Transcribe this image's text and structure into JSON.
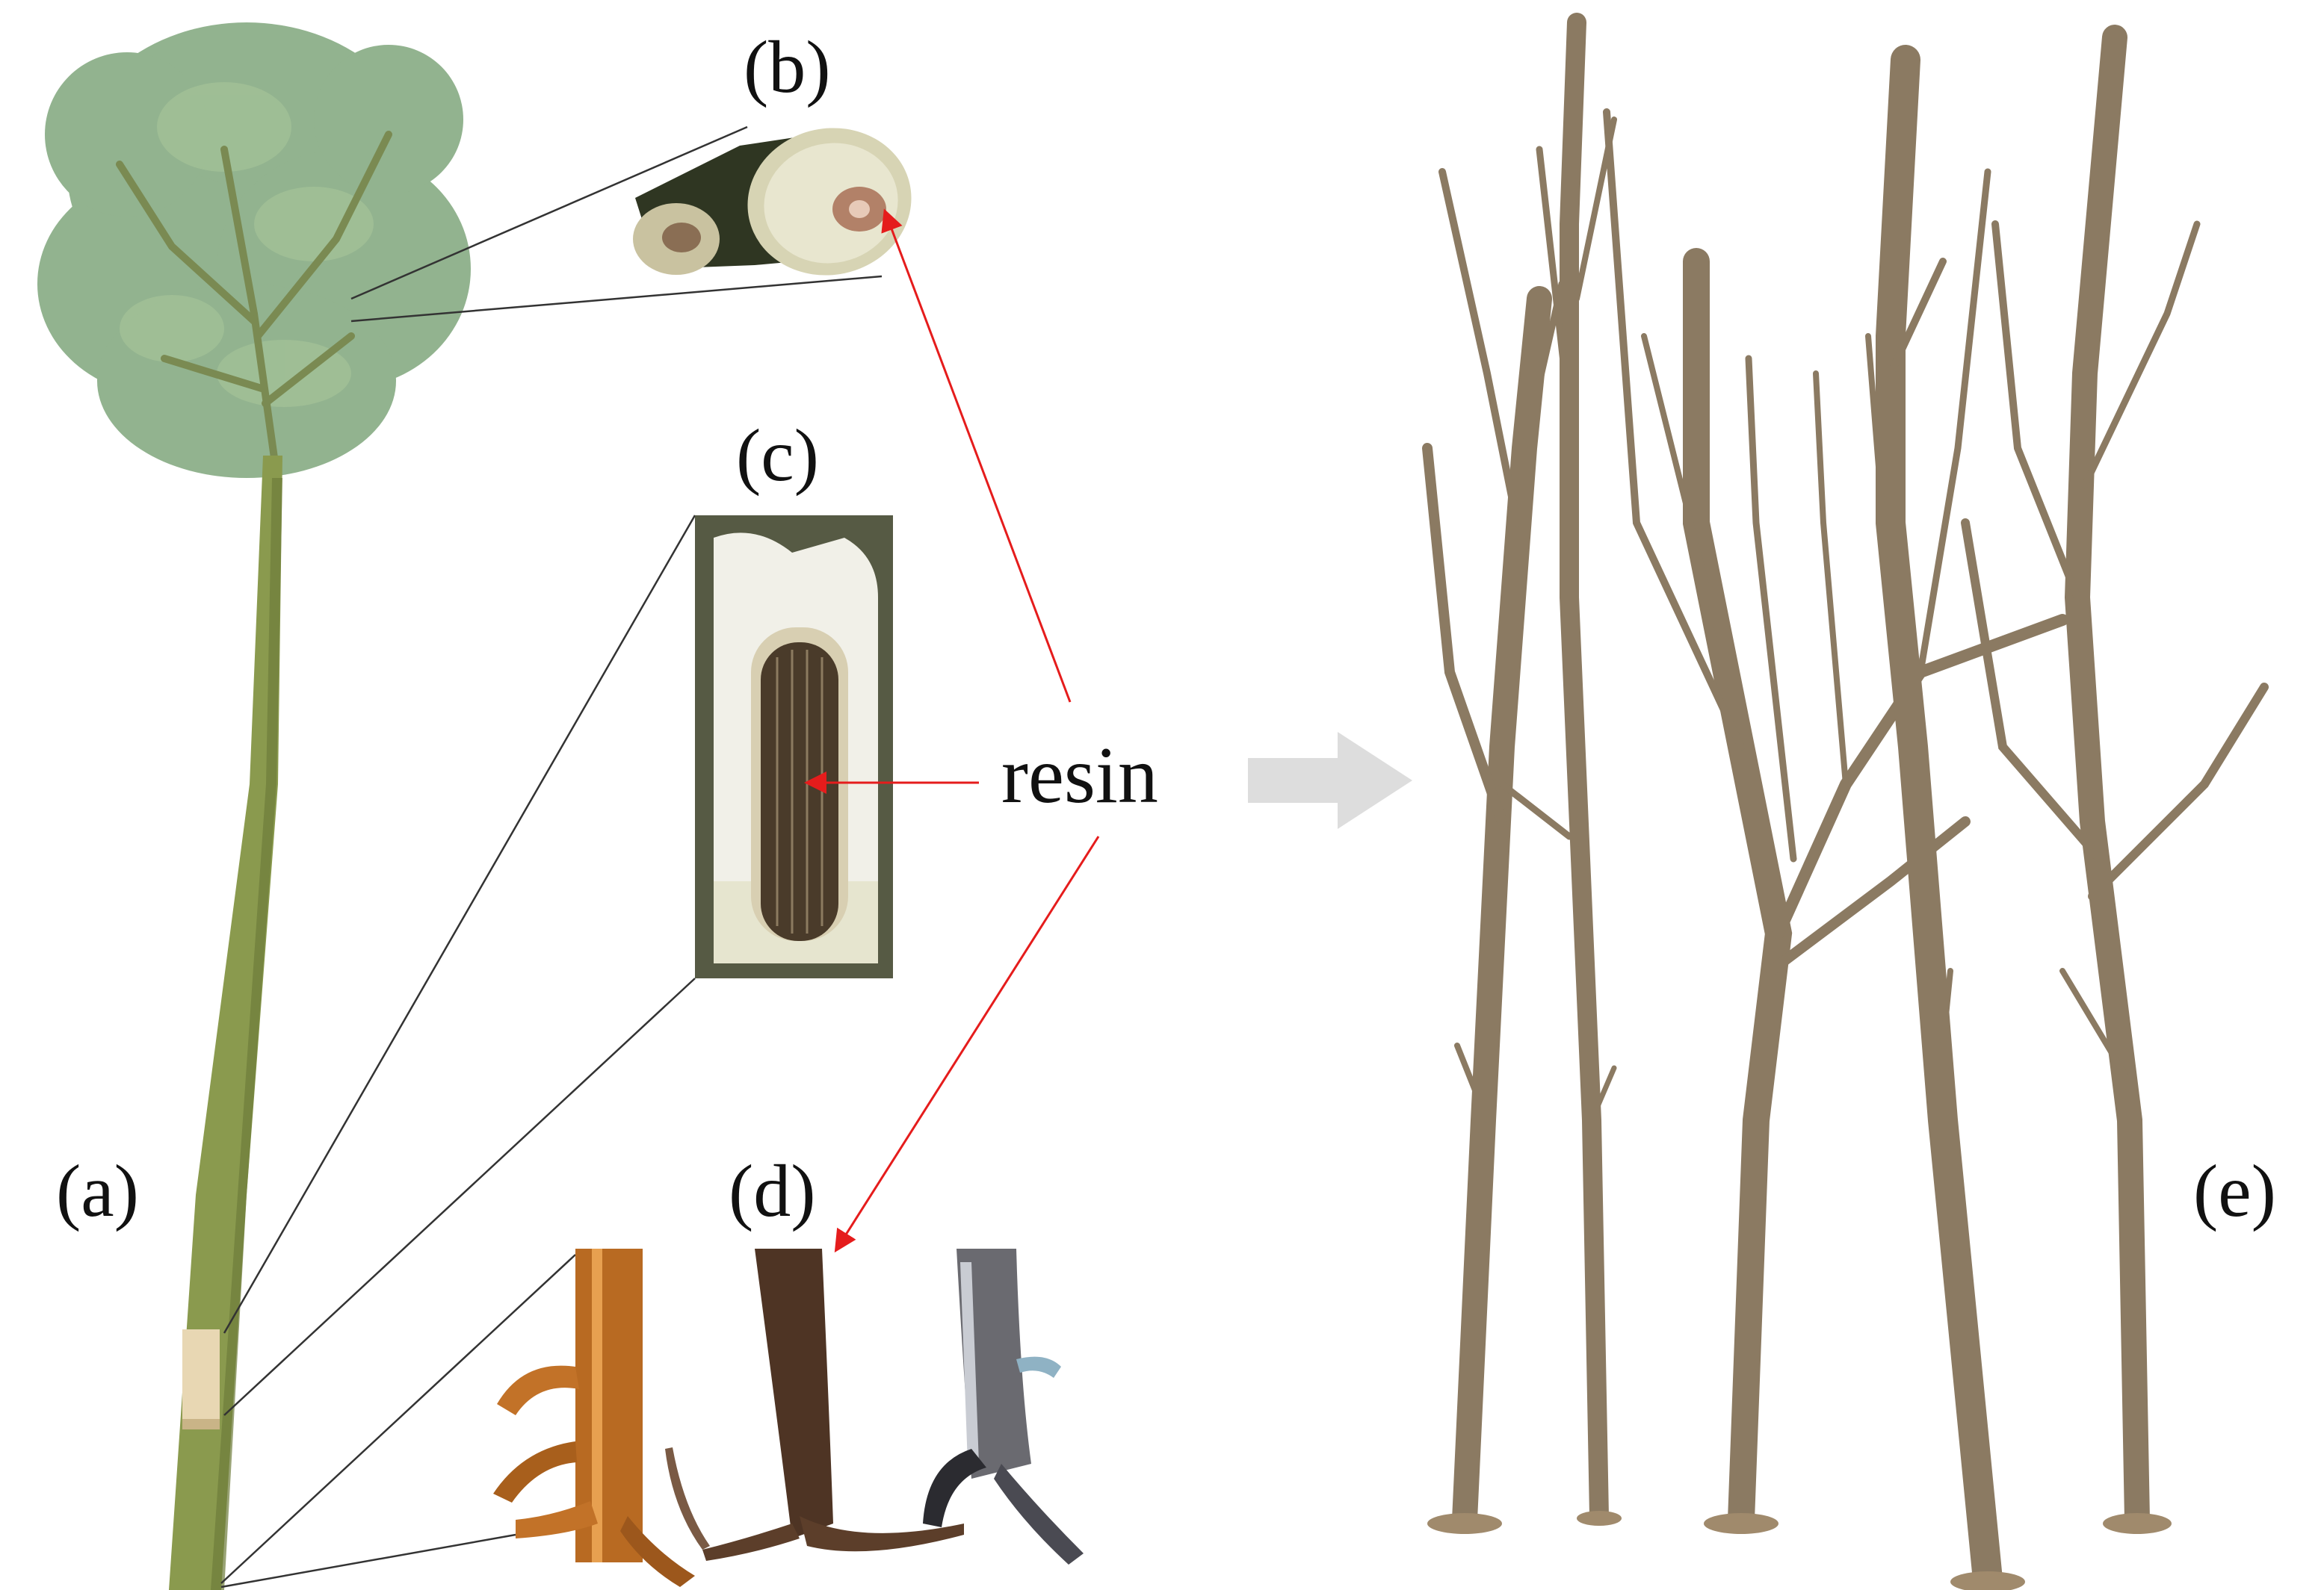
{
  "labels": {
    "a": "(a)",
    "b": "(b)",
    "c": "(c)",
    "d": "(d)",
    "e": "(e)",
    "resin": "resin"
  },
  "colors": {
    "arrow": "#e51c1c",
    "connector": "#333333",
    "process_arrow": "#dddddd",
    "trunk_green": "#8a9a4e",
    "foliage": "#6e9a6a",
    "dead_wood": "#8b7a62",
    "resin_dark": "#4a3b2a",
    "root_amber": "#b86a22",
    "root_dark": "#4e3424",
    "root_grey": "#6a6a70"
  },
  "icons": {
    "process_arrow": "right-arrow-icon"
  }
}
